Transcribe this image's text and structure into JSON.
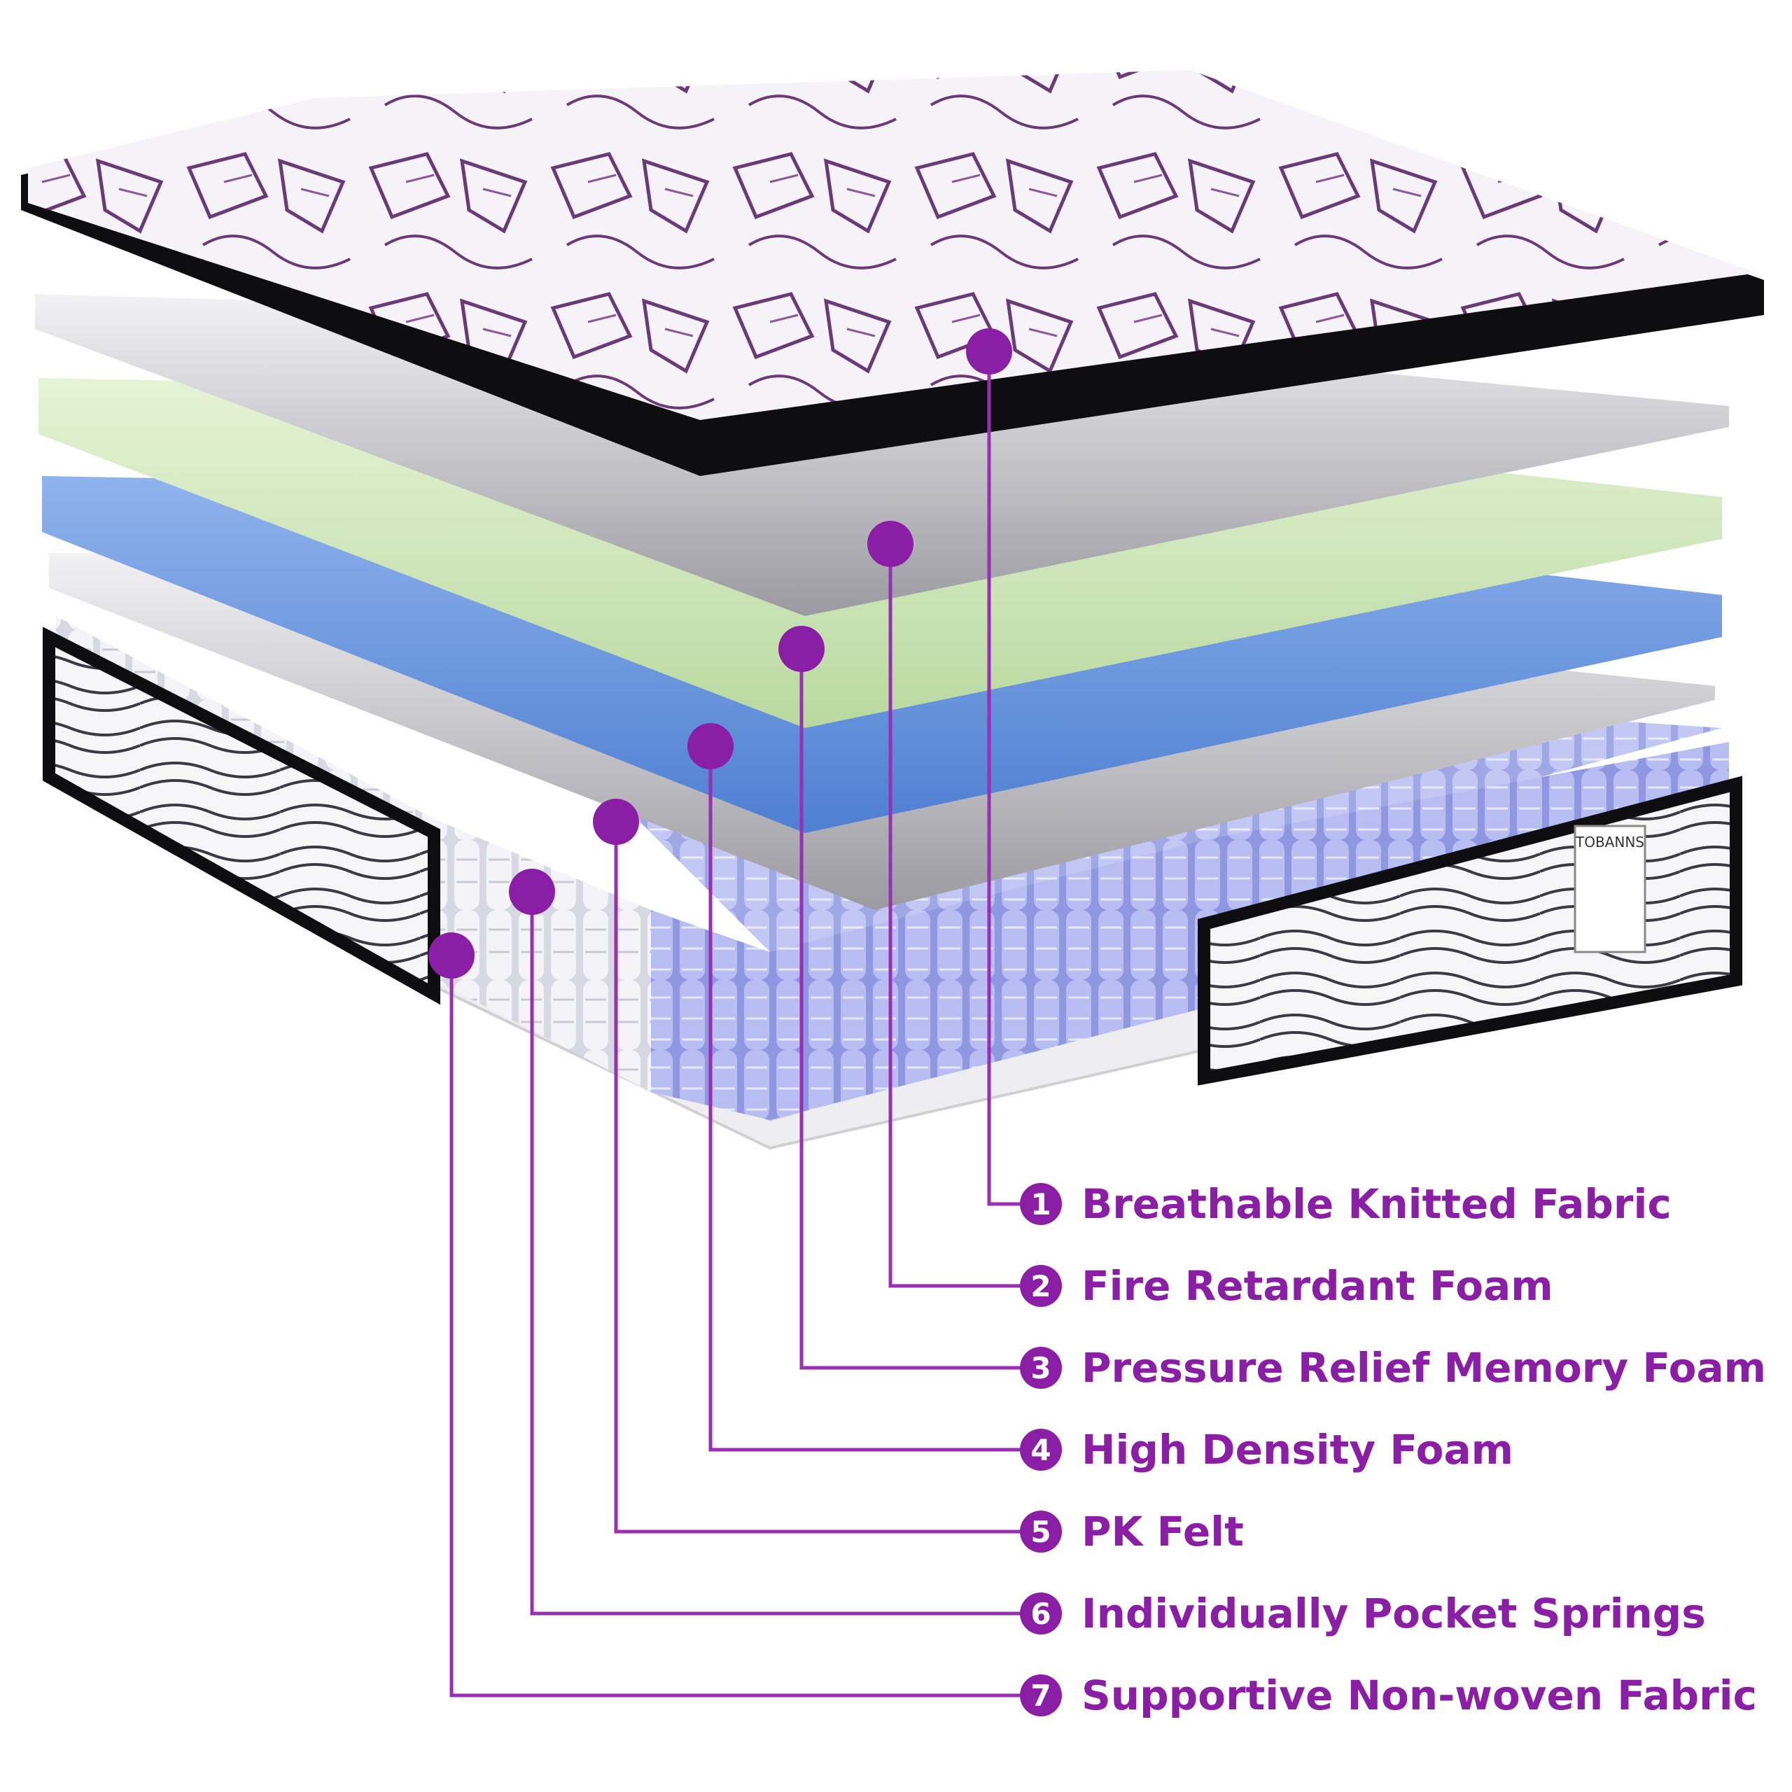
{
  "colors": {
    "accent": "#8a1fa6",
    "line": "#9a2fb5",
    "fabric_bg": "#f6f3f8",
    "fabric_pattern": "#5a2c66",
    "border": "#0e0e10",
    "fire_foam": "#d9d9db",
    "memory_foam": "#d3ecbe",
    "density_foam": "#6f9be0",
    "felt": "#dcdcde",
    "springs_white": "#e9e9ef",
    "springs_blue": "#9aa2e6",
    "base": "#f0f0f2",
    "label_bg": "#ffffff"
  },
  "brand": {
    "name": "TOBANNS"
  },
  "layers": [
    {
      "number": "1",
      "label": "Breathable Knitted Fabric"
    },
    {
      "number": "2",
      "label": "Fire Retardant Foam"
    },
    {
      "number": "3",
      "label": "Pressure Relief Memory Foam"
    },
    {
      "number": "4",
      "label": "High Density Foam"
    },
    {
      "number": "5",
      "label": "PK Felt"
    },
    {
      "number": "6",
      "label": "Individually Pocket Springs"
    },
    {
      "number": "7",
      "label": "Supportive Non-woven Fabric"
    }
  ]
}
